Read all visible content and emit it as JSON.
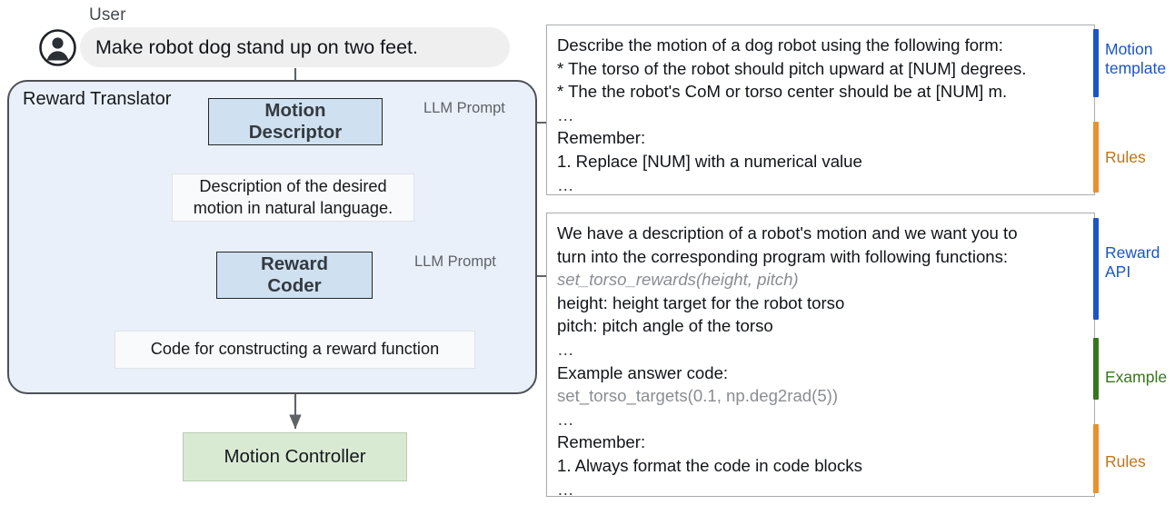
{
  "user": {
    "label": "User",
    "avatar_icon": "user-avatar-icon",
    "message": "Make robot dog stand up on two feet."
  },
  "reward_translator": {
    "title": "Reward Translator",
    "motion_descriptor": {
      "line1": "Motion",
      "line2": "Descriptor"
    },
    "description_box": {
      "line1": "Description of the desired",
      "line2": "motion in natural language."
    },
    "reward_coder": {
      "line1": "Reward",
      "line2": "Coder"
    },
    "code_box": {
      "line1": "Code for constructing a reward function"
    }
  },
  "motion_controller": {
    "label": "Motion Controller"
  },
  "arrows": {
    "llm_prompt_1": "LLM Prompt",
    "llm_prompt_2": "LLM Prompt"
  },
  "panels": {
    "motion_template_prompt": {
      "lines": [
        {
          "text": "Describe the motion of a dog robot using the following form:",
          "style": "plain"
        },
        {
          "text": "* The torso of the robot should pitch upward at [NUM] degrees.",
          "style": "plain"
        },
        {
          "text": "* The the robot's CoM or torso center should be at [NUM] m.",
          "style": "plain"
        },
        {
          "text": "…",
          "style": "dots"
        },
        {
          "text": "Remember:",
          "style": "plain"
        },
        {
          "text": "1. Replace [NUM] with a numerical value",
          "style": "plain"
        },
        {
          "text": "…",
          "style": "dots"
        }
      ]
    },
    "reward_api_prompt": {
      "lines": [
        {
          "text": "We have a description of a robot's motion and we want you to",
          "style": "plain"
        },
        {
          "text": "turn into the corresponding program with following functions:",
          "style": "plain"
        },
        {
          "text": "set_torso_rewards(height, pitch)",
          "style": "code-italic"
        },
        {
          "text": "height: height target for the robot torso",
          "style": "plain"
        },
        {
          "text": "pitch: pitch angle of the torso",
          "style": "plain"
        },
        {
          "text": "…",
          "style": "dots"
        },
        {
          "text": "Example answer code:",
          "style": "plain"
        },
        {
          "text": "set_torso_targets(0.1, np.deg2rad(5))",
          "style": "code"
        },
        {
          "text": "…",
          "style": "dots"
        },
        {
          "text": "Remember:",
          "style": "plain"
        },
        {
          "text": "1. Always format the code in code blocks",
          "style": "plain"
        },
        {
          "text": "…",
          "style": "dots"
        }
      ]
    }
  },
  "annotations": [
    {
      "id": "motion-template",
      "label": "Motion\ntemplate",
      "color": "#1a56c4"
    },
    {
      "id": "rules-1",
      "label": "Rules",
      "color": "#e8912e"
    },
    {
      "id": "reward-api",
      "label": "Reward\nAPI",
      "color": "#1a56c4"
    },
    {
      "id": "example",
      "label": "Example",
      "color": "#38761d"
    },
    {
      "id": "rules-2",
      "label": "Rules",
      "color": "#e8912e"
    }
  ],
  "colors": {
    "llm_box_fill": "#cfe0f1",
    "container_fill": "#eaf0f9",
    "controller_fill": "#d9ead3",
    "bubble_fill": "#efefef",
    "arrow_stroke": "#5f6368",
    "blue_accent": "#1a56c4",
    "orange_accent": "#e8912e",
    "green_accent": "#38761d"
  }
}
